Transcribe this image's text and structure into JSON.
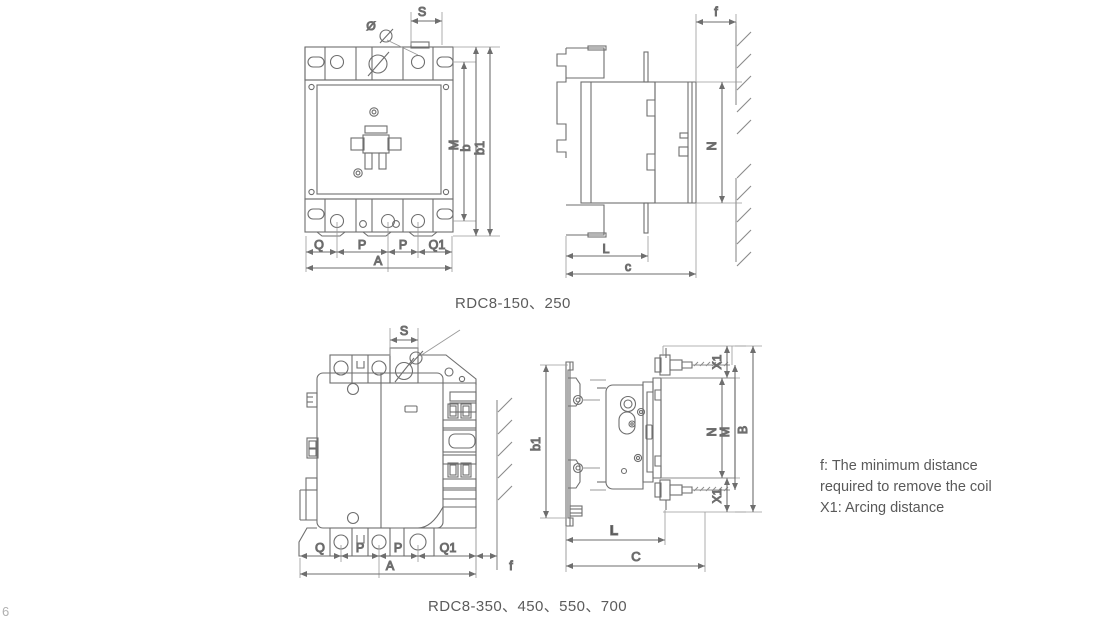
{
  "document": {
    "page_number": "6",
    "type": "technical-dimension-drawing",
    "product_family": "RDC8 contactor"
  },
  "captions": {
    "top_drawing": "RDC8-150、250",
    "bottom_drawing": "RDC8-350、450、550、700"
  },
  "legend": {
    "line1": "f: The minimum distance",
    "line2": "required to remove the coil",
    "line3": "X1: Arcing distance"
  },
  "drawings": [
    {
      "id": "top-left",
      "name": "front-view-rdc8-150-250",
      "dimension_labels": [
        {
          "label": "S",
          "orientation": "horizontal",
          "position": "top"
        },
        {
          "label": "Ø",
          "orientation": "leader",
          "position": "top"
        },
        {
          "label": "M",
          "orientation": "vertical",
          "position": "right"
        },
        {
          "label": "b",
          "orientation": "vertical",
          "position": "right"
        },
        {
          "label": "b1",
          "orientation": "vertical",
          "position": "right"
        },
        {
          "label": "Q",
          "orientation": "horizontal",
          "position": "bottom"
        },
        {
          "label": "P",
          "orientation": "horizontal",
          "position": "bottom"
        },
        {
          "label": "P",
          "orientation": "horizontal",
          "position": "bottom"
        },
        {
          "label": "Q1",
          "orientation": "horizontal",
          "position": "bottom"
        },
        {
          "label": "A",
          "orientation": "horizontal",
          "position": "bottom"
        }
      ]
    },
    {
      "id": "top-right",
      "name": "side-view-rdc8-150-250",
      "dimension_labels": [
        {
          "label": "f",
          "orientation": "horizontal",
          "position": "top"
        },
        {
          "label": "N",
          "orientation": "vertical",
          "position": "right"
        },
        {
          "label": "L",
          "orientation": "horizontal",
          "position": "bottom"
        },
        {
          "label": "c",
          "orientation": "horizontal",
          "position": "bottom"
        }
      ]
    },
    {
      "id": "bottom-left",
      "name": "front-view-rdc8-350-700",
      "dimension_labels": [
        {
          "label": "S",
          "orientation": "horizontal",
          "position": "top"
        },
        {
          "label": "Ø",
          "orientation": "leader",
          "position": "top"
        },
        {
          "label": "Q",
          "orientation": "horizontal",
          "position": "bottom"
        },
        {
          "label": "P",
          "orientation": "horizontal",
          "position": "bottom"
        },
        {
          "label": "P",
          "orientation": "horizontal",
          "position": "bottom"
        },
        {
          "label": "Q1",
          "orientation": "horizontal",
          "position": "bottom"
        },
        {
          "label": "A",
          "orientation": "horizontal",
          "position": "bottom"
        },
        {
          "label": "f",
          "orientation": "horizontal",
          "position": "bottom-right"
        }
      ]
    },
    {
      "id": "bottom-right",
      "name": "side-view-rdc8-350-700",
      "dimension_labels": [
        {
          "label": "b1",
          "orientation": "vertical",
          "position": "left"
        },
        {
          "label": "X1",
          "orientation": "vertical",
          "position": "right-top"
        },
        {
          "label": "X1",
          "orientation": "vertical",
          "position": "right-bottom"
        },
        {
          "label": "N",
          "orientation": "vertical",
          "position": "right"
        },
        {
          "label": "M",
          "orientation": "vertical",
          "position": "right"
        },
        {
          "label": "B",
          "orientation": "vertical",
          "position": "right"
        },
        {
          "label": "L",
          "orientation": "horizontal",
          "position": "bottom"
        },
        {
          "label": "C",
          "orientation": "horizontal",
          "position": "bottom"
        }
      ]
    }
  ],
  "colors": {
    "line": "#6e6e6e",
    "line_light": "#9a9a9a",
    "text": "#4d4d4d",
    "caption_text": "#5c5c5c",
    "background": "#ffffff"
  }
}
